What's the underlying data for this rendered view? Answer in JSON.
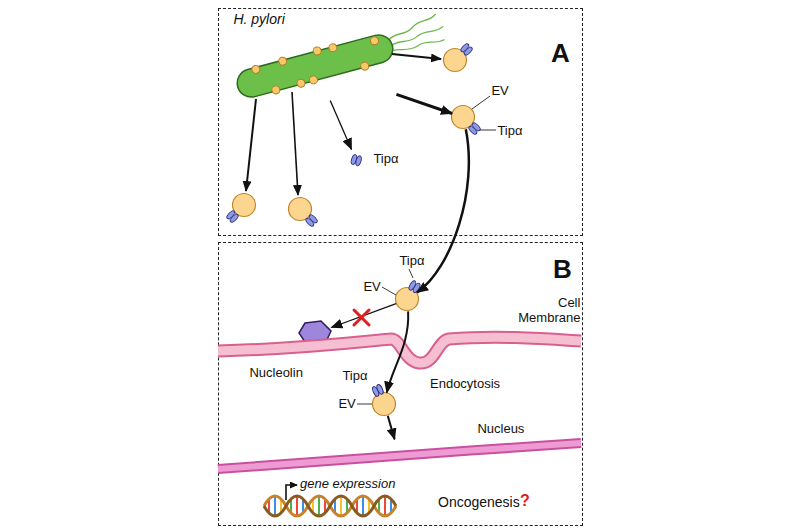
{
  "diagram": {
    "nodes": [
      {
        "text": [
          "A"
        ]
      },
      {
        "text": [
          "H. pylori"
        ],
        "in": 0
      },
      {
        "text": [
          "EV",
          "Tipα"
        ],
        "in": 0
      },
      {
        "text": [
          "Tipα"
        ],
        "in": 0
      },
      {
        "text": [
          "B"
        ]
      },
      {
        "text": [
          "Tipα",
          "EV"
        ],
        "in": 4
      },
      {
        "text": [
          "Nucleolin"
        ],
        "in": 4
      },
      {
        "text": [
          "Cell Membrane"
        ],
        "in": 4
      },
      {
        "text": [
          "Tipα",
          "EV"
        ],
        "in": 4
      },
      {
        "text": [
          "Nucleus"
        ],
        "in": 4
      }
    ],
    "edges": [
      {
        "from": 1,
        "to": 2,
        "arrow": "to"
      },
      {
        "from": 1,
        "to": 3,
        "arrow": "to"
      },
      {
        "from": 2,
        "to": 5,
        "arrow": "to"
      },
      {
        "from": 5,
        "to": 6,
        "arrow": "to"
      },
      {
        "from": 5,
        "to": 8,
        "label": "Endocytosis",
        "arrow": "to"
      },
      {
        "from": 8,
        "to": 9,
        "arrow": "to"
      }
    ],
    "labels": [
      "gene expression",
      "Oncogenesis",
      "?"
    ]
  }
}
